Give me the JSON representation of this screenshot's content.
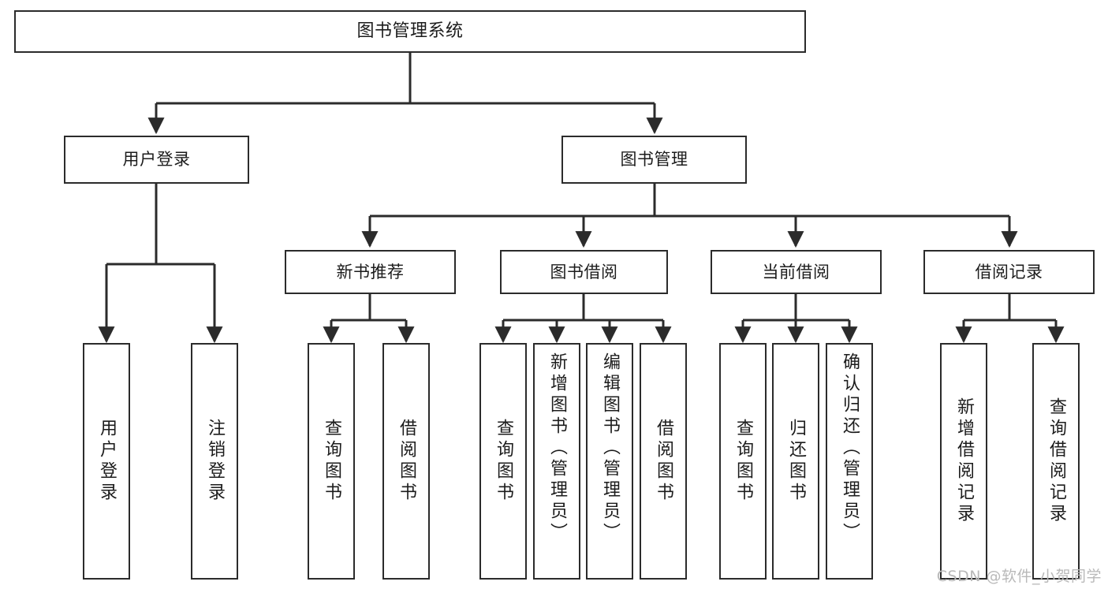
{
  "diagram": {
    "title": "图书管理系统",
    "type": "tree-hierarchy",
    "root": {
      "id": "root",
      "label": "图书管理系统"
    },
    "level1": [
      {
        "id": "user-login",
        "label": "用户登录"
      },
      {
        "id": "book-manage",
        "label": "图书管理"
      }
    ],
    "level2": [
      {
        "id": "new-book-recommend",
        "label": "新书推荐",
        "parent": "book-manage"
      },
      {
        "id": "book-borrow",
        "label": "图书借阅",
        "parent": "book-manage"
      },
      {
        "id": "current-borrow",
        "label": "当前借阅",
        "parent": "book-manage"
      },
      {
        "id": "borrow-record",
        "label": "借阅记录",
        "parent": "book-manage"
      }
    ],
    "leaves": [
      {
        "id": "leaf-user-login",
        "label": "用户登录",
        "parent": "user-login"
      },
      {
        "id": "leaf-user-logout",
        "label": "注销登录",
        "parent": "user-login"
      },
      {
        "id": "leaf-rec-query-book",
        "label": "查询图书",
        "parent": "new-book-recommend"
      },
      {
        "id": "leaf-rec-borrow-book",
        "label": "借阅图书",
        "parent": "new-book-recommend"
      },
      {
        "id": "leaf-borrow-query-book",
        "label": "查询图书",
        "parent": "book-borrow"
      },
      {
        "id": "leaf-borrow-add-book",
        "label": "新增图书（管理员）",
        "parent": "book-borrow"
      },
      {
        "id": "leaf-borrow-edit-book",
        "label": "编辑图书（管理员）",
        "parent": "book-borrow"
      },
      {
        "id": "leaf-borrow-borrow-book",
        "label": "借阅图书",
        "parent": "book-borrow"
      },
      {
        "id": "leaf-cur-query-book",
        "label": "查询图书",
        "parent": "current-borrow"
      },
      {
        "id": "leaf-cur-return-book",
        "label": "归还图书",
        "parent": "current-borrow"
      },
      {
        "id": "leaf-cur-confirm-return",
        "label": "确认归还（管理员）",
        "parent": "current-borrow"
      },
      {
        "id": "leaf-rec-add-record",
        "label": "新增借阅记录",
        "parent": "borrow-record"
      },
      {
        "id": "leaf-rec-query-record",
        "label": "查询借阅记录",
        "parent": "borrow-record"
      }
    ],
    "colors": {
      "stroke": "#2b2b2b",
      "fill": "#ffffff",
      "text": "#1c1c1c",
      "watermark": "#b9b9b9"
    }
  },
  "watermark": {
    "text": "CSDN @软件_小贺同学"
  }
}
